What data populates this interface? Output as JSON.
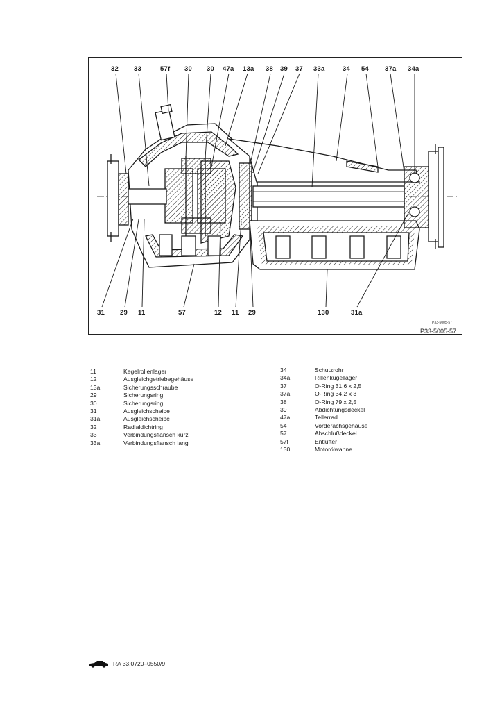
{
  "figure": {
    "top_callouts": [
      "32",
      "33",
      "57f",
      "30",
      "30",
      "47a",
      "13a",
      "38",
      "39",
      "37",
      "33a",
      "34",
      "54",
      "37a",
      "34a"
    ],
    "bottom_callouts": [
      "31",
      "29",
      "11",
      "57",
      "12",
      "11",
      "29",
      "130",
      "31a"
    ],
    "small_code": "P33-5005-57",
    "figure_code": "P33-5005-57"
  },
  "legend_left": [
    {
      "num": "11",
      "label": "Kegelrollenlager"
    },
    {
      "num": "12",
      "label": "Ausgleichgetriebegehäuse"
    },
    {
      "num": "13a",
      "label": "Sicherungsschraube"
    },
    {
      "num": "29",
      "label": "Sicherungsring"
    },
    {
      "num": "30",
      "label": "Sicherungsring"
    },
    {
      "num": "31",
      "label": "Ausgleichscheibe"
    },
    {
      "num": "31a",
      "label": "Ausgleichscheibe"
    },
    {
      "num": "32",
      "label": "Radialdichtring"
    },
    {
      "num": "33",
      "label": "Verbindungsflansch kurz"
    },
    {
      "num": "33a",
      "label": "Verbindungsflansch lang"
    }
  ],
  "legend_right": [
    {
      "num": "34",
      "label": "Schutzrohr"
    },
    {
      "num": "34a",
      "label": "Rillenkugellager"
    },
    {
      "num": "37",
      "label": "O-Ring 31,6 x 2,5"
    },
    {
      "num": "37a",
      "label": "O-Ring 34,2 x 3"
    },
    {
      "num": "38",
      "label": "O-Ring 79 x 2,5"
    },
    {
      "num": "39",
      "label": "Abdichtungsdeckel"
    },
    {
      "num": "47a",
      "label": "Tellerrad"
    },
    {
      "num": "54",
      "label": "Vorderachsgehäuse"
    },
    {
      "num": "57",
      "label": "Abschlußdeckel"
    },
    {
      "num": "57f",
      "label": "Entlüfter"
    },
    {
      "num": "130",
      "label": "Motorölwanne"
    }
  ],
  "footer": {
    "icon": "car-icon",
    "ref": "RA 33.0720–0550/9"
  }
}
